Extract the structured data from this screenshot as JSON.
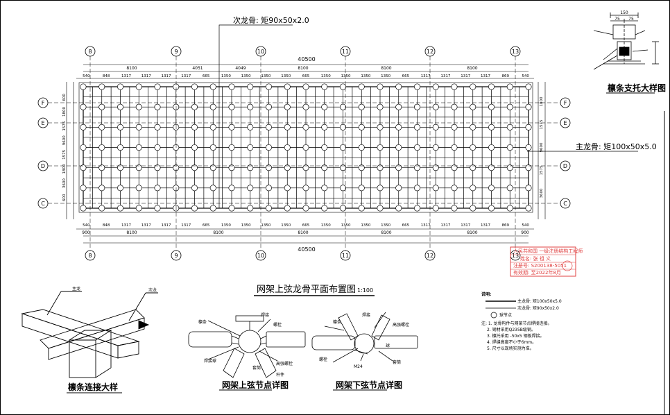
{
  "plan": {
    "secondary_keel_label": "次龙骨: 矩90x50x2.0",
    "primary_keel_label": "主龙骨: 矩100x50x5.0",
    "title": "网架上弦龙骨平面布置图",
    "scale": "1:100",
    "column_axes": [
      "8",
      "9",
      "10",
      "11",
      "12",
      "13"
    ],
    "row_axes": [
      "F",
      "E",
      "D",
      "C"
    ],
    "total_length": "40500",
    "top_segments": [
      "8100",
      "4051",
      "4049",
      "8100",
      "8100",
      "8100"
    ],
    "bottom_segments": [
      "900",
      "8100",
      "8100",
      "8100",
      "8100",
      "8100",
      "900"
    ],
    "subgrid_row": [
      "540",
      "848",
      "1317",
      "1317",
      "1317",
      "1317",
      "665",
      "1350",
      "1350",
      "1350",
      "1350",
      "665",
      "1350",
      "1350",
      "1350",
      "1350",
      "665",
      "1317",
      "1317",
      "1317",
      "1317",
      "869",
      "540"
    ],
    "left_dims": [
      "600",
      "1800",
      "1575",
      "9600",
      "1575",
      "1800",
      "3600",
      "600"
    ],
    "right_dims": [
      "1800",
      "1575",
      "9600",
      "1575",
      "3600"
    ]
  },
  "purlin_support": {
    "title": "檩条支托大样图",
    "width_total": "150",
    "width_halves": [
      "75",
      "75"
    ]
  },
  "purlin_connection": {
    "title": "檩条连接大样",
    "labels": [
      "主龙",
      "次龙"
    ]
  },
  "upper_node": {
    "title": "网架上弦节点详图",
    "labels": [
      "檩条",
      "焊接",
      "螺栓",
      "高强螺栓",
      "焊接球",
      "套筒",
      "杆件"
    ]
  },
  "lower_node": {
    "title": "网架下弦节点详图",
    "labels": [
      "檩条",
      "焊接",
      "高强螺栓",
      "螺栓",
      "M24",
      "球",
      "套筒"
    ]
  },
  "notes": {
    "heading": "说明:",
    "legend": [
      "主龙骨: 矩100x50x5.0",
      "次龙骨: 矩90x50x2.0",
      "球节点"
    ],
    "items": [
      "注: 1. 龙骨构件与网架节点焊接连接。",
      "2. 钢材采用Q235B级钢。",
      "3. 檩托采用 -50x5 钢板焊接。",
      "4. 焊缝高度不小于6mm。",
      "5. 尺寸以现场实测为准。"
    ]
  },
  "stamp": {
    "lines": [
      "人民共和国 一级注册结构工程师",
      "姓名: 张 祖 义",
      "注册号: S200138-5051",
      "有效期: 至2022年8月"
    ]
  }
}
